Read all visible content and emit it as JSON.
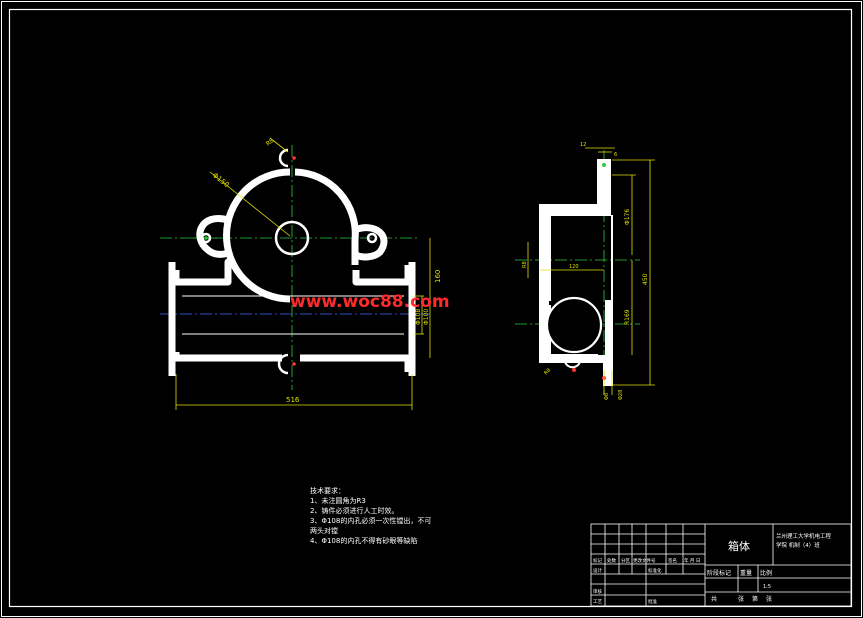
{
  "watermark": "www.woc88.com",
  "colors": {
    "background": "#000000",
    "outline": "#ffffff",
    "centerline": "#2ecc40",
    "dimension": "#e0e000",
    "watermark": "#ff2a2a",
    "section_hatch": "#0000ff"
  },
  "front_view": {
    "dim_diameter_150": "Φ150",
    "dim_r": "R8",
    "dim_overall_width": "516",
    "dim_height": "160",
    "dim_d100": "Φ100",
    "dim_d108": "Φ108"
  },
  "side_view": {
    "dim_top_12": "12",
    "dim_top_6": "6",
    "dim_upper": "Φ176",
    "dim_total": "450",
    "dim_r2": "R8",
    "dim_width_120": "120",
    "dim_lower": "R169",
    "dim_bottom_r": "R8",
    "dim_b1": "Φ8",
    "dim_b2": "Φ28"
  },
  "tech_requirements": {
    "heading": "技术要求：",
    "items": [
      "1、未注圆角为R3",
      "2、铸件必须进行人工时效。",
      "3、Φ108的内孔必须一次性镗出，不可",
      "两头对镗",
      "4、Φ108的内孔不得有砂眼等缺陷"
    ]
  },
  "title_block": {
    "part_name": "箱体",
    "school": "兰州理工大学机电工程",
    "class": "学院   机制（4）班",
    "row_labels": [
      "标记",
      "处数",
      "分区",
      "更改文件号",
      "签名",
      "年 月 日"
    ],
    "designer_label": "设计",
    "standard_label": "标准化",
    "review_label": "审核",
    "craft_label": "工艺",
    "approve_label": "批准",
    "stage_label": "阶段标记",
    "weight_label": "重量",
    "scale_label": "比例",
    "scale_value": "1:5",
    "sheets_total": "共",
    "sheets_unit": "张",
    "sheet_no": "第",
    "sheet_no_unit": "张"
  }
}
